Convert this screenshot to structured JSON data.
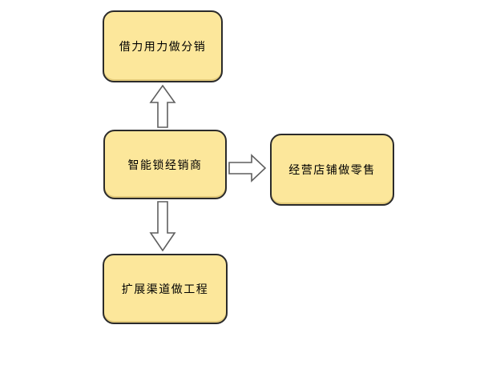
{
  "diagram": {
    "type": "flowchart",
    "nodes": [
      {
        "id": "top",
        "label": "借力用力做分销"
      },
      {
        "id": "center",
        "label": "智能锁经销商"
      },
      {
        "id": "right",
        "label": "经营店铺做零售"
      },
      {
        "id": "bottom",
        "label": "扩展渠道做工程"
      }
    ],
    "arrows": [
      {
        "name": "up-arrow",
        "from": "center",
        "to": "top"
      },
      {
        "name": "right-arrow",
        "from": "center",
        "to": "right"
      },
      {
        "name": "down-arrow",
        "from": "center",
        "to": "bottom"
      }
    ],
    "colors": {
      "node_fill": "#fce79b",
      "node_border": "#2b2b2b",
      "arrow_fill": "#ffffff",
      "arrow_border": "#5f5f5f",
      "text": "#000000",
      "background": "#ffffff"
    }
  }
}
